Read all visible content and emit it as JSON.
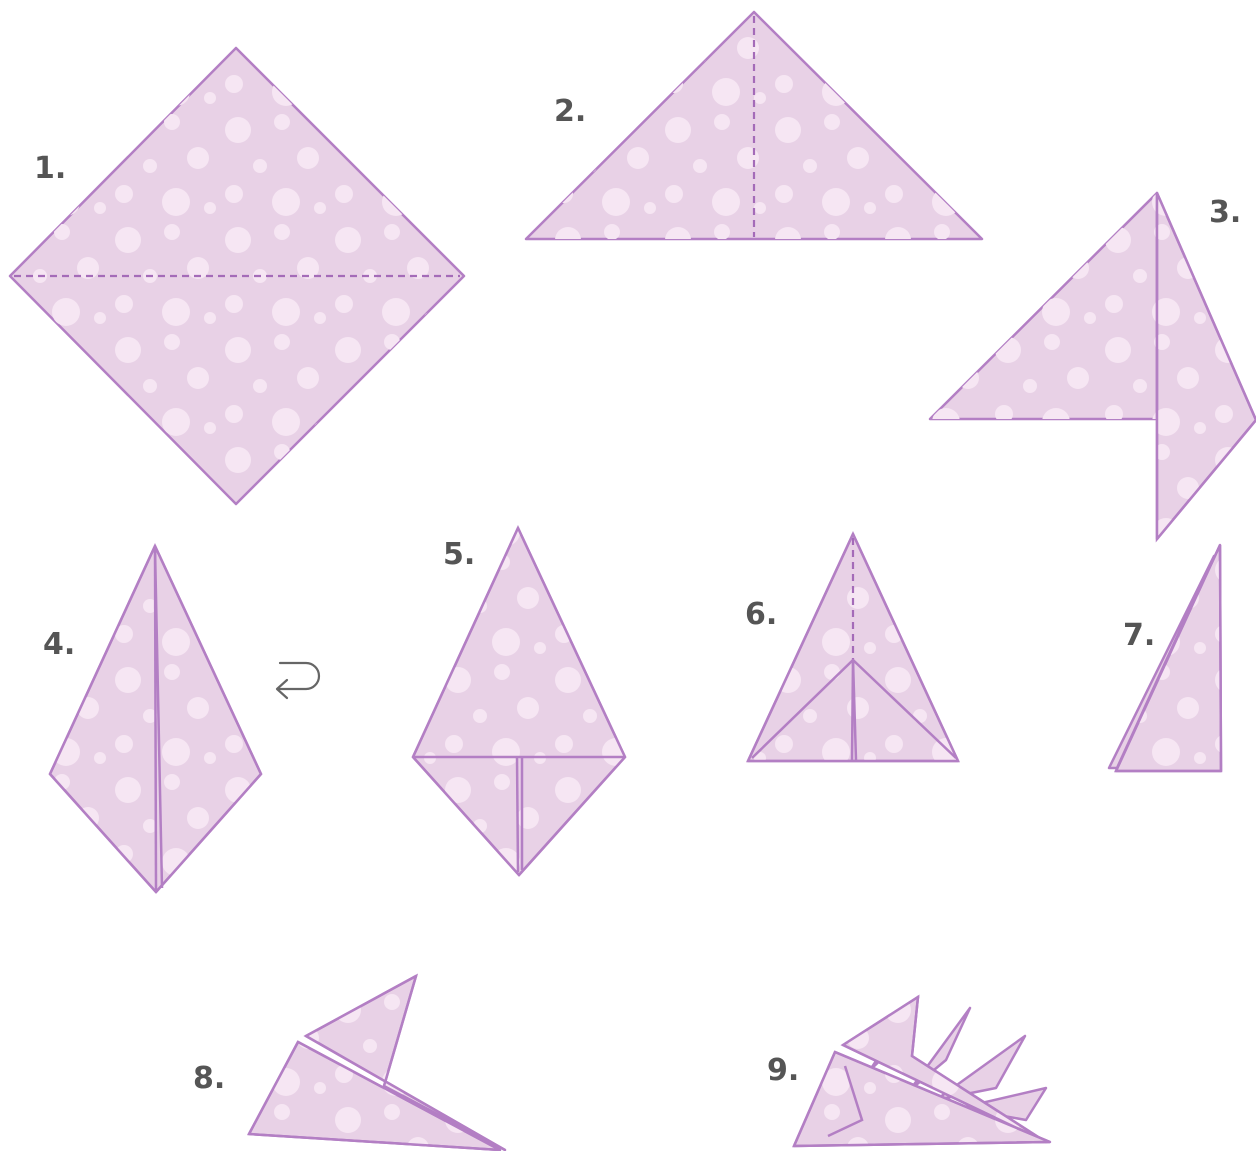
{
  "steps": [
    {
      "label": "1."
    },
    {
      "label": "2."
    },
    {
      "label": "3."
    },
    {
      "label": "4."
    },
    {
      "label": "5."
    },
    {
      "label": "6."
    },
    {
      "label": "7."
    },
    {
      "label": "8."
    },
    {
      "label": "9."
    }
  ],
  "colors": {
    "paper": "#e8d1e6",
    "outline": "#b37fc4",
    "dots": "#f6e6f3",
    "label": "#555555"
  },
  "icons": [
    "turn-over-arrow-icon"
  ]
}
